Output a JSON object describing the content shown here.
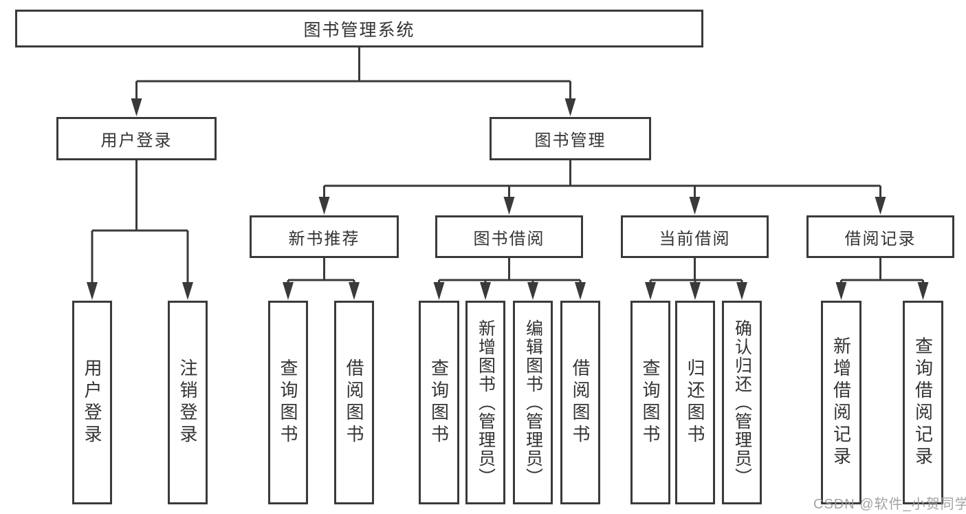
{
  "colors": {
    "line": "#3a3a3a",
    "border": "#3a3a3a",
    "text": "#333333",
    "background": "#ffffff",
    "watermark": "#9b9b9b"
  },
  "tree": {
    "root": {
      "label": "图书管理系统"
    },
    "branches": [
      {
        "label": "用户登录",
        "leaves": [
          {
            "label": "用户登录"
          },
          {
            "label": "注销登录"
          }
        ]
      },
      {
        "label": "图书管理",
        "groups": [
          {
            "label": "新书推荐",
            "leaves": [
              {
                "label": "查询图书"
              },
              {
                "label": "借阅图书"
              }
            ]
          },
          {
            "label": "图书借阅",
            "leaves": [
              {
                "label": "查询图书"
              },
              {
                "label": "新增图书（管理员）"
              },
              {
                "label": "编辑图书（管理员）"
              },
              {
                "label": "借阅图书"
              }
            ]
          },
          {
            "label": "当前借阅",
            "leaves": [
              {
                "label": "查询图书"
              },
              {
                "label": "归还图书"
              },
              {
                "label": "确认归还（管理员）"
              }
            ]
          },
          {
            "label": "借阅记录",
            "leaves": [
              {
                "label": "新增借阅记录"
              },
              {
                "label": "查询借阅记录"
              }
            ]
          }
        ]
      }
    ]
  },
  "watermark": {
    "text": "CSDN @软件_小贺同学"
  }
}
